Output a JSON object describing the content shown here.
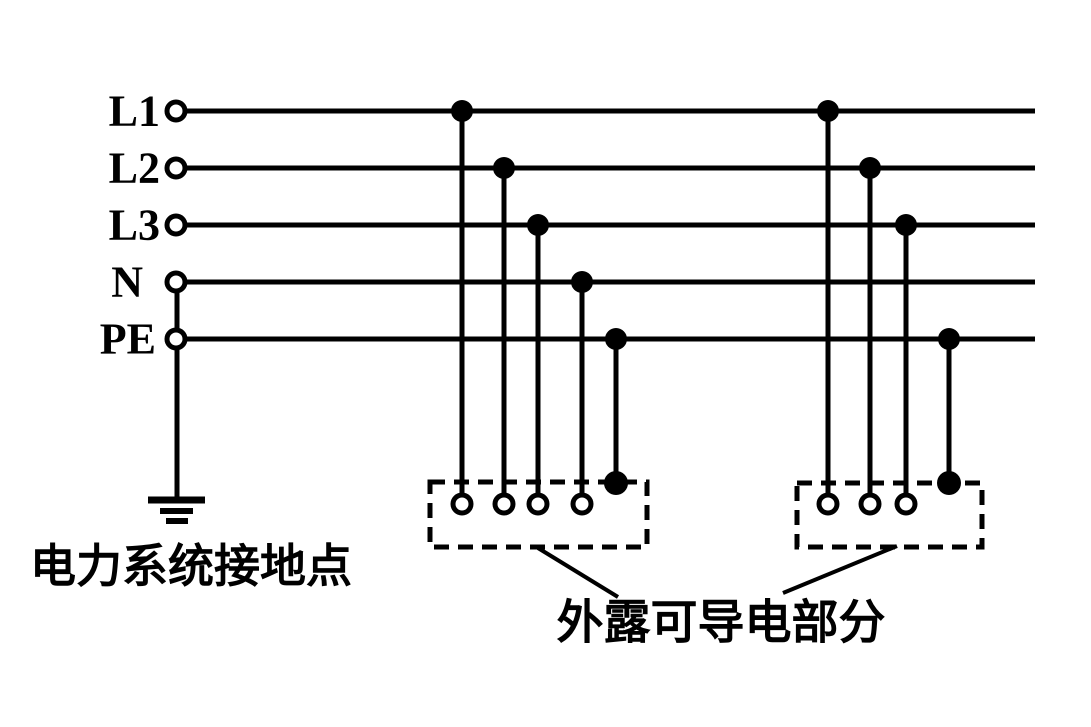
{
  "diagram": {
    "type": "electrical-schematic",
    "background_color": "#ffffff",
    "ink_color": "#000000",
    "buses": [
      {
        "id": "L1",
        "label": "L1"
      },
      {
        "id": "L2",
        "label": "L2"
      },
      {
        "id": "L3",
        "label": "L3"
      },
      {
        "id": "N",
        "label": "N"
      },
      {
        "id": "PE",
        "label": "PE"
      }
    ],
    "ground_point_label": "电力系统接地点",
    "exposed_parts_label": "外露可导电部分",
    "loads": [
      {
        "name": "load-1",
        "connections": [
          "L1",
          "L2",
          "L3",
          "N",
          "PE"
        ]
      },
      {
        "name": "load-2",
        "connections": [
          "L1",
          "L2",
          "L3",
          "PE"
        ]
      }
    ],
    "notes": {
      "neutral_pe_bond": "N and PE terminals joined and connected to earth electrode at source",
      "pe_bond_to_enclosures": "PE conductor drops terminate with solid junction dots on each dashed enclosure"
    }
  }
}
